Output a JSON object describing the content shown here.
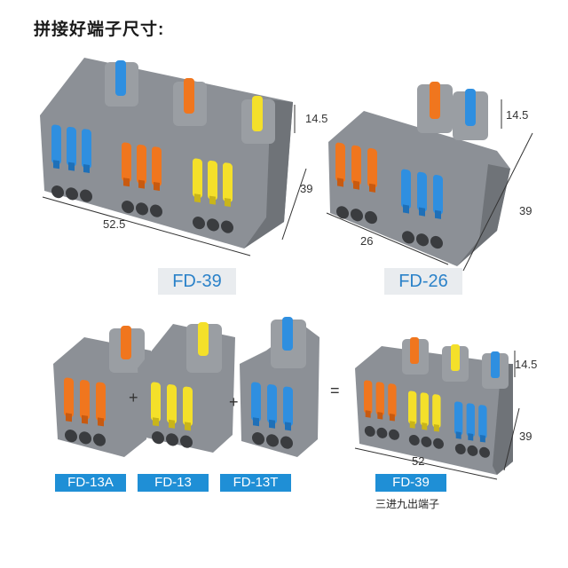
{
  "title": "拼接好端子尺寸:",
  "colors": {
    "housing": "#8c9096",
    "housing_dark": "#6f7378",
    "blue": "#2f8fe0",
    "orange": "#f0761e",
    "yellow": "#f4e02a",
    "label_light_bg": "#e9ecef",
    "label_light_text": "#2b82c9",
    "label_blue_bg": "#1f8fd6"
  },
  "top_left": {
    "model": "FD-39",
    "width_dim": "52.5",
    "depth_dim": "39",
    "height_dim": "14.5"
  },
  "top_right": {
    "model": "FD-26",
    "width_dim": "26",
    "depth_dim": "39",
    "height_dim": "14.5"
  },
  "bottom": {
    "parts": [
      "FD-13A",
      "FD-13",
      "FD-13T"
    ],
    "plus": "+",
    "equals": "=",
    "result_model": "FD-39",
    "result_width_dim": "52",
    "result_depth_dim": "39",
    "result_height_dim": "14.5",
    "caption": "三进九出端子"
  }
}
